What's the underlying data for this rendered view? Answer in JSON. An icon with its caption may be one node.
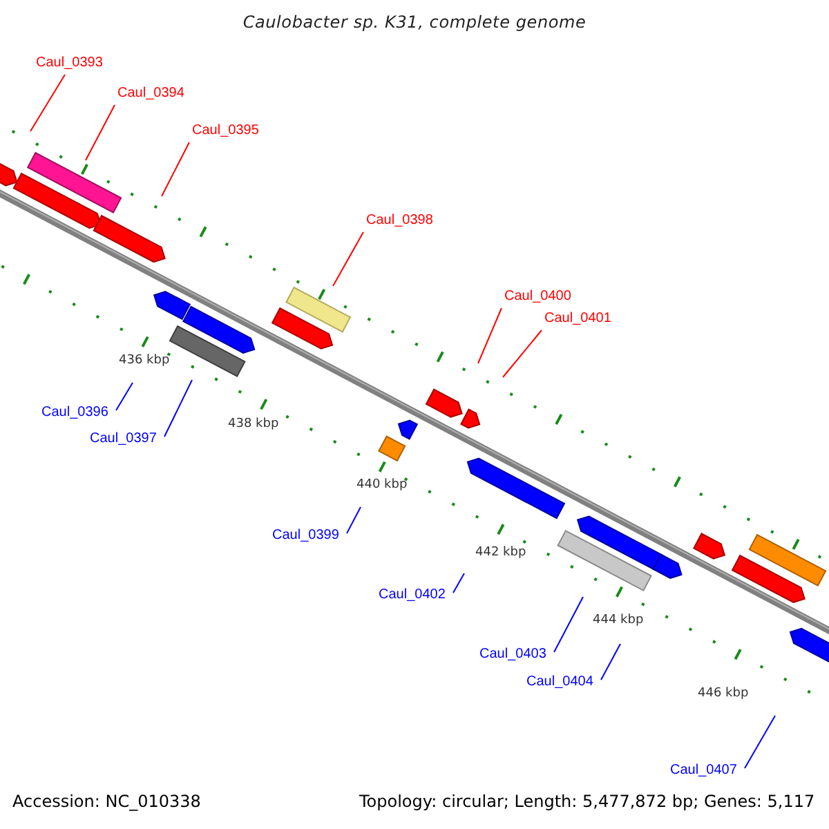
{
  "diagram": {
    "title": "Caulobacter sp. K31, complete genome",
    "nodes": [
      {
        "text": [
          "Caul_0393"
        ]
      },
      {
        "text": [
          "Caul_0394"
        ]
      },
      {
        "text": [
          "Caul_0395"
        ]
      },
      {
        "text": [
          "Caul_0398"
        ]
      },
      {
        "text": [
          "Caul_0400"
        ]
      },
      {
        "text": [
          "Caul_0401"
        ]
      },
      {
        "text": [
          "Caul_0396"
        ]
      },
      {
        "text": [
          "Caul_0397"
        ]
      },
      {
        "text": [
          "Caul_0399"
        ]
      },
      {
        "text": [
          "Caul_0402"
        ]
      },
      {
        "text": [
          "Caul_0403"
        ]
      },
      {
        "text": [
          "Caul_0404"
        ]
      },
      {
        "text": [
          "Caul_0407"
        ]
      }
    ],
    "edges": [
      {
        "from": 0,
        "to": null,
        "arrow": "none",
        "color": "#ff0000"
      },
      {
        "from": 1,
        "to": null,
        "arrow": "none",
        "color": "#ff0000"
      },
      {
        "from": 2,
        "to": null,
        "arrow": "none",
        "color": "#ff0000"
      },
      {
        "from": 3,
        "to": null,
        "arrow": "none",
        "color": "#ff0000"
      },
      {
        "from": 4,
        "to": null,
        "arrow": "none",
        "color": "#ff0000"
      },
      {
        "from": 5,
        "to": null,
        "arrow": "none",
        "color": "#ff0000"
      },
      {
        "from": 6,
        "to": null,
        "arrow": "none"
      },
      {
        "from": 7,
        "to": null,
        "arrow": "none"
      },
      {
        "from": 8,
        "to": null,
        "arrow": "none"
      },
      {
        "from": 9,
        "to": null,
        "arrow": "none"
      },
      {
        "from": 10,
        "to": null,
        "arrow": "none"
      },
      {
        "from": 11,
        "to": null,
        "arrow": "none"
      },
      {
        "from": 12,
        "to": null,
        "arrow": "none"
      }
    ],
    "labels": [
      "436 kbp",
      "438 kbp",
      "440 kbp",
      "442 kbp",
      "444 kbp",
      "446 kbp",
      "Accession: NC_010338",
      "Topology: circular; Length: 5,477,872 bp; Genes: 5,117"
    ]
  }
}
